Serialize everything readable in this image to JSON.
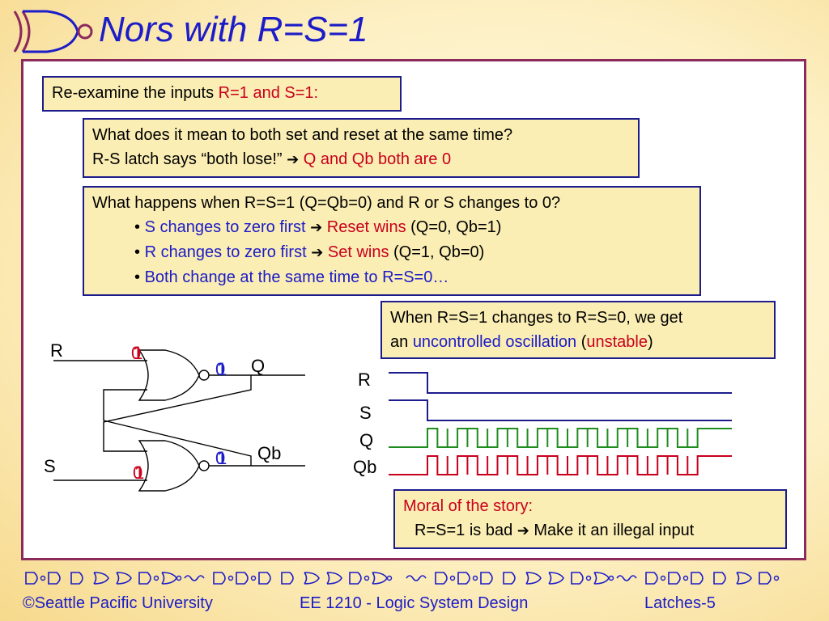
{
  "slide": {
    "title": "Nors with R=S=1",
    "colors": {
      "title": "#1c1cc8",
      "red": "#c8001c",
      "blue": "#1c1cc8",
      "q_wave": "#1e8c1e",
      "qb_wave": "#c8001c",
      "input_wave": "#1c1c8c"
    }
  },
  "box1": {
    "prefix": "Re-examine the inputs ",
    "highlight": "R=1 and S=1:"
  },
  "box2": {
    "line1": "What does it mean to both set and reset at the same time?",
    "line2_prefix": "R-S latch says “both lose!” ",
    "line2_highlight": "Q and Qb both are 0"
  },
  "box3": {
    "heading": "What happens when R=S=1 (Q=Qb=0) and R or S changes to 0?",
    "b1_blue": "S changes to zero first",
    "b1_red": "Reset wins",
    "b1_tail": " (Q=0, Qb=1)",
    "b2_blue": "R changes to zero first",
    "b2_red": "Set wins",
    "b2_tail": " (Q=1, Qb=0)",
    "b3_blue": "Both change at the same time to R=S=0…"
  },
  "box4": {
    "line1": "When R=S=1 changes to R=S=0, we get",
    "line2_prefix": "an ",
    "line2_blue": "uncontrolled oscillation",
    "paren_open": " (",
    "line2_red": "unstable",
    "paren_close": ")"
  },
  "box5": {
    "line1": "Moral of the story:",
    "line2_prefix": "R=S=1 is bad ",
    "line2_tail": " Make it an illegal input"
  },
  "circuit": {
    "label_r": "R",
    "label_s": "S",
    "label_q": "Q",
    "label_qb": "Qb",
    "val_r": "0",
    "val_r_prev": "1",
    "val_q": "0",
    "val_q_prev": "1",
    "val_qb": "0",
    "val_qb_prev": "1",
    "val_s": "0",
    "val_s_prev": "1"
  },
  "waves": {
    "labels": [
      "R",
      "S",
      "Q",
      "Qb"
    ],
    "cycles": 14
  },
  "footer": {
    "left": "©Seattle Pacific University",
    "center": "EE 1210 - Logic System Design",
    "right": "Latches-5"
  }
}
